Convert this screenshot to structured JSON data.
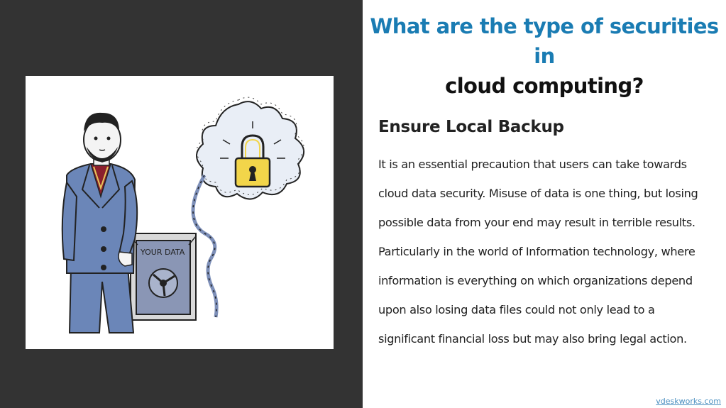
{
  "title": {
    "line1": "What are the type of securities in",
    "line2": "cloud computing?"
  },
  "section": {
    "heading": "Ensure Local Backup",
    "lines": [
      "It is an essential precaution that users can take towards",
      "cloud data security. Misuse of data is one thing, but losing",
      "possible data from your end may result in terrible results.",
      "Particularly in the world of Information technology, where",
      "information is everything on which organizations depend",
      "upon also losing data files could not only lead to a",
      "significant financial loss but may also bring legal action."
    ]
  },
  "illustration": {
    "safe_label": "YOUR DATA"
  },
  "footer": {
    "link": "vdeskworks.com"
  },
  "colors": {
    "left_panel": "#333333",
    "title_accent": "#1a7cb3",
    "suit": "#6b86b8",
    "safe": "#8a96b5",
    "lock": "#f2d54a"
  }
}
